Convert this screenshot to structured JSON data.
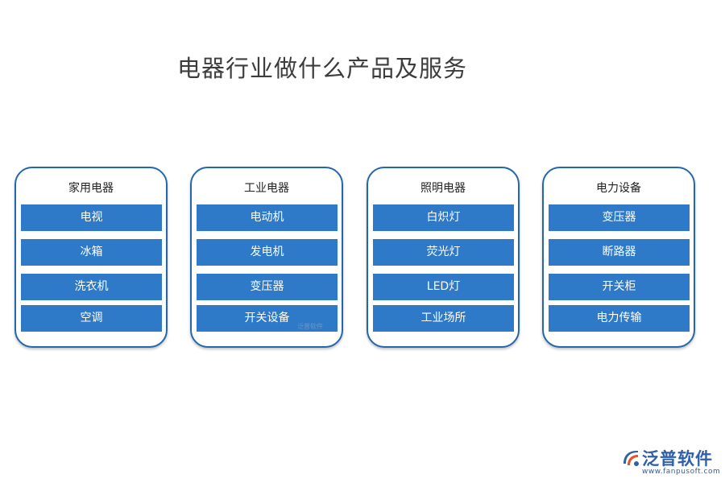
{
  "title": "电器行业做什么产品及服务",
  "categories": [
    {
      "title": "家用电器",
      "items": [
        "电视",
        "冰箱",
        "洗衣机",
        "空调"
      ]
    },
    {
      "title": "工业电器",
      "items": [
        "电动机",
        "发电机",
        "变压器",
        "开关设备"
      ]
    },
    {
      "title": "照明电器",
      "items": [
        "白炽灯",
        "荧光灯",
        "LED灯",
        "工业场所"
      ]
    },
    {
      "title": "电力设备",
      "items": [
        "变压器",
        "断路器",
        "开关柜",
        "电力传输"
      ]
    }
  ],
  "watermark": "泛普软件",
  "logo": {
    "name": "泛普软件",
    "url": "www.fanpusoft.com"
  },
  "colors": {
    "item_fill": "#2e7ac8",
    "card_border": "#2567ad",
    "title_text": "#3d3d3d",
    "logo": "#2f5fa8",
    "logo_accent": "#e8532b"
  }
}
